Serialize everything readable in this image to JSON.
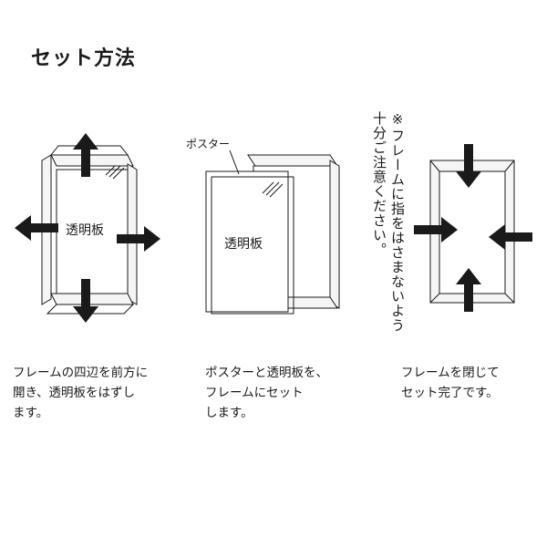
{
  "title": "セット方法",
  "labels": {
    "transparent_plate": "透明板",
    "poster": "ポスター"
  },
  "note": {
    "lines": [
      "※フレームに指をはさまないよう",
      "十分ご注意ください。"
    ]
  },
  "steps": [
    {
      "lines": [
        "フレームの四辺を前方に",
        "開き、透明板をはずし",
        "ます。"
      ]
    },
    {
      "lines": [
        "ポスターと透明板を、",
        "フレームにセット",
        "します。"
      ]
    },
    {
      "lines": [
        "フレームを閉じて",
        "セット完了です。"
      ]
    }
  ],
  "icons": {
    "arrow": "curved-arrow-icon"
  }
}
